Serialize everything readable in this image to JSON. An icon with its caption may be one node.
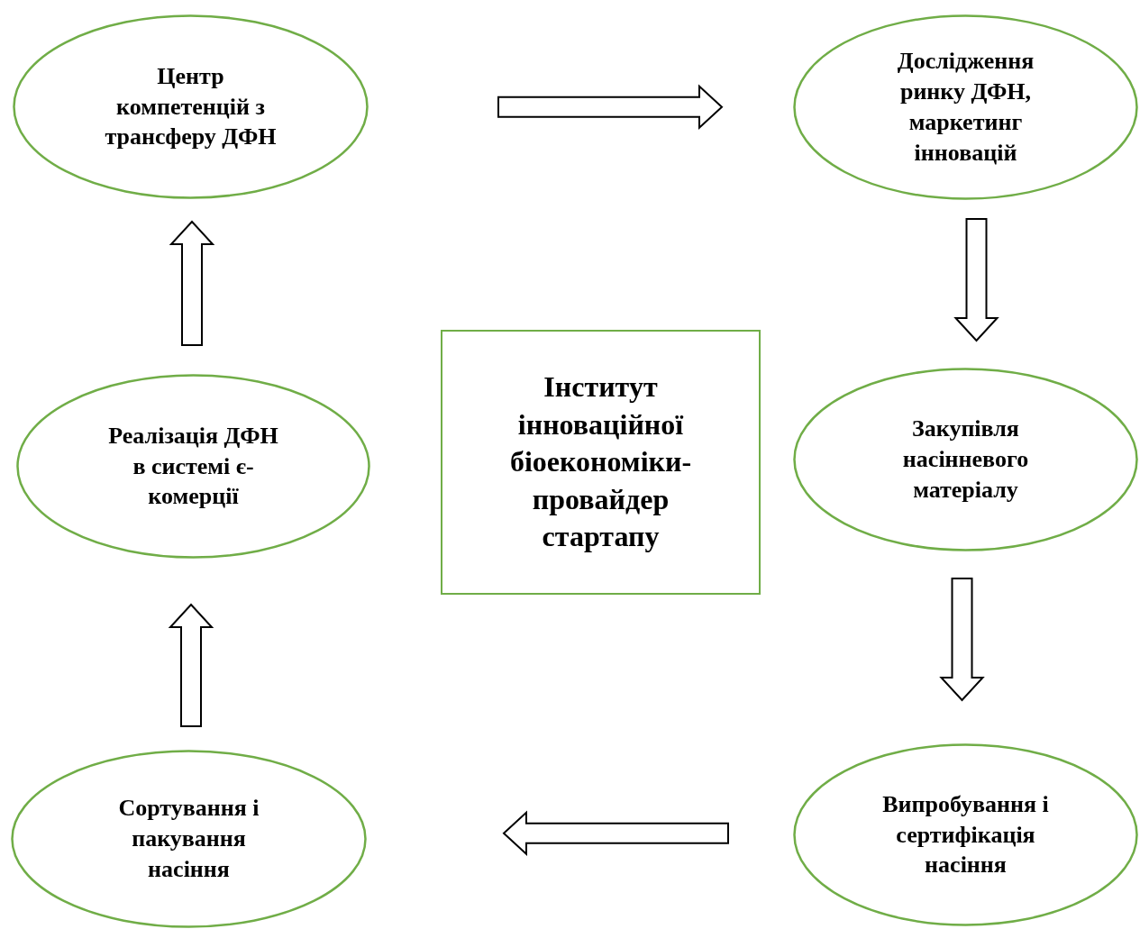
{
  "diagram": {
    "nodes": [
      {
        "text": [
          "Центр компетенцій з трансферу ДФН"
        ]
      },
      {
        "text": [
          "Дослідження ринку ДФН, маркетинг інновацій"
        ]
      },
      {
        "text": [
          "Інститут інноваційної біоекономіки-провайдер стартапу"
        ]
      },
      {
        "text": [
          "Закупівля насінневого матеріалу"
        ]
      },
      {
        "text": [
          "Випробування і сертифікація насіння"
        ]
      },
      {
        "text": [
          "Сортування і пакування насіння"
        ]
      },
      {
        "text": [
          "Реалізація ДФН в системі є-комерції"
        ]
      }
    ],
    "edges": [
      {
        "from": 0,
        "to": 1,
        "arrow": "to"
      },
      {
        "from": 1,
        "to": 3,
        "arrow": "to"
      },
      {
        "from": 3,
        "to": 4,
        "arrow": "to"
      },
      {
        "from": 4,
        "to": 5,
        "arrow": "to"
      },
      {
        "from": 5,
        "to": 6,
        "arrow": "to"
      },
      {
        "from": 6,
        "to": 0,
        "arrow": "to"
      }
    ]
  }
}
